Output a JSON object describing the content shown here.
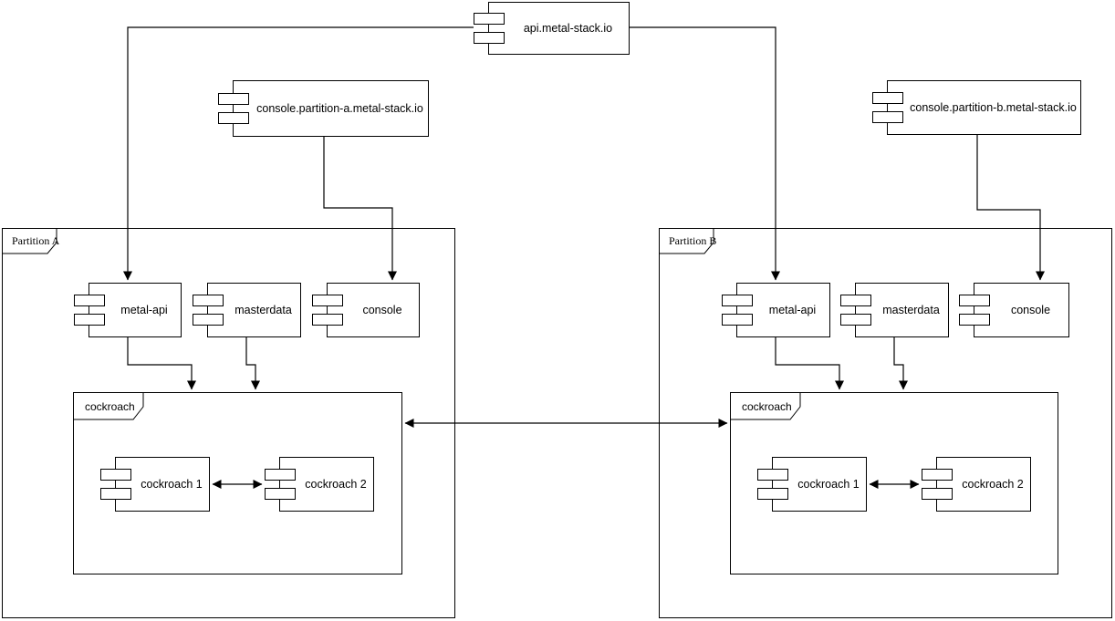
{
  "nodes": {
    "api": {
      "label": "api.metal-stack.io",
      "type": "uml-component"
    },
    "console_a": {
      "label": "console.partition-a.metal-stack.io",
      "type": "uml-component"
    },
    "console_b": {
      "label": "console.partition-b.metal-stack.io",
      "type": "uml-component"
    }
  },
  "partitions": [
    {
      "label": "Partition A",
      "components": [
        {
          "label": "metal-api"
        },
        {
          "label": "masterdata"
        },
        {
          "label": "console"
        }
      ],
      "cockroach_group": {
        "label": "cockroach",
        "components": [
          {
            "label": "cockroach 1"
          },
          {
            "label": "cockroach 2"
          }
        ]
      }
    },
    {
      "label": "Partition B",
      "components": [
        {
          "label": "metal-api"
        },
        {
          "label": "masterdata"
        },
        {
          "label": "console"
        }
      ],
      "cockroach_group": {
        "label": "cockroach",
        "components": [
          {
            "label": "cockroach 1"
          },
          {
            "label": "cockroach 2"
          }
        ]
      }
    }
  ],
  "edges": [
    {
      "from": "api.metal-stack.io",
      "to": "Partition A / metal-api",
      "style": "arrow"
    },
    {
      "from": "api.metal-stack.io",
      "to": "Partition B / metal-api",
      "style": "arrow"
    },
    {
      "from": "console.partition-a.metal-stack.io",
      "to": "Partition A / console",
      "style": "arrow"
    },
    {
      "from": "console.partition-b.metal-stack.io",
      "to": "Partition B / console",
      "style": "arrow"
    },
    {
      "from": "Partition A / metal-api",
      "to": "Partition A / cockroach",
      "style": "arrow"
    },
    {
      "from": "Partition A / masterdata",
      "to": "Partition A / cockroach",
      "style": "arrow"
    },
    {
      "from": "Partition B / metal-api",
      "to": "Partition B / cockroach",
      "style": "arrow"
    },
    {
      "from": "Partition B / masterdata",
      "to": "Partition B / cockroach",
      "style": "arrow"
    },
    {
      "from": "Partition A / cockroach 1",
      "to": "Partition A / cockroach 2",
      "style": "double-arrow"
    },
    {
      "from": "Partition B / cockroach 1",
      "to": "Partition B / cockroach 2",
      "style": "double-arrow"
    },
    {
      "from": "Partition A / cockroach",
      "to": "Partition B / cockroach",
      "style": "double-arrow"
    }
  ],
  "colors": {
    "line": "#000000",
    "fill": "#ffffff",
    "background": "#ffffff"
  }
}
